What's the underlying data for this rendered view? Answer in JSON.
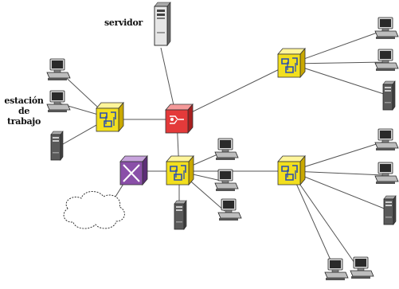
{
  "labels": {
    "server": "servidor",
    "workstation_line1": "estación",
    "workstation_line2": "de",
    "workstation_line3": "trabajo"
  },
  "colors": {
    "hub_yellow": "#f2df1e",
    "router_red": "#e43a3a",
    "bridge_purple": "#8a4fa8",
    "line": "#555555"
  },
  "icons": {
    "server": "tower-server-icon",
    "desktop": "desktop-computer-icon",
    "tower": "tower-pc-icon",
    "hub": "hub-icon",
    "router": "router-icon",
    "bridge": "bridge-icon",
    "cloud": "internet-cloud-icon"
  }
}
